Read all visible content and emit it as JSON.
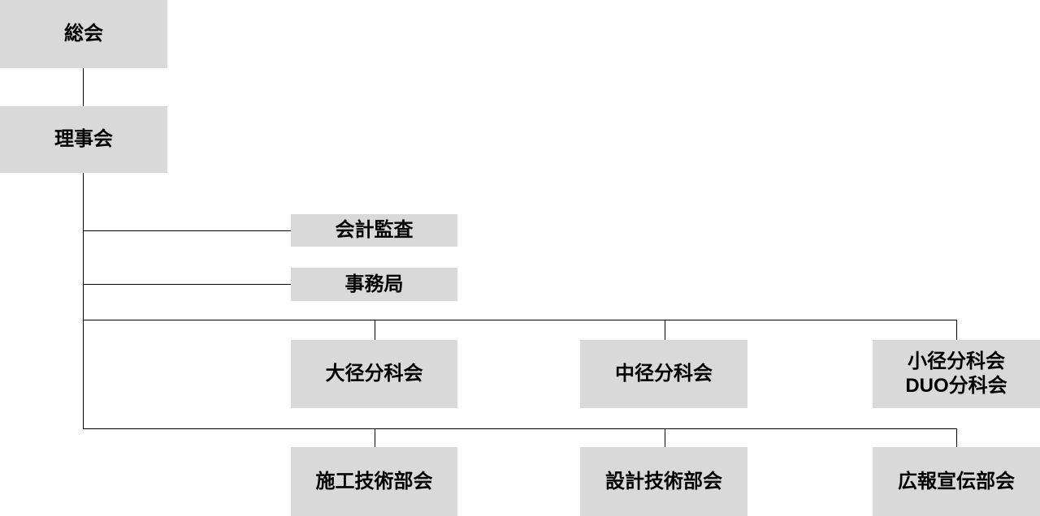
{
  "colors": {
    "box_background": "#d9d9d9",
    "connector_line": "#000000",
    "text": "#000000"
  },
  "org_chart": {
    "general_assembly": {
      "label": "総会"
    },
    "board": {
      "label": "理事会"
    },
    "audit": {
      "label": "会計監査"
    },
    "secretariat": {
      "label": "事務局"
    },
    "subcommittees": [
      {
        "label": "大径分科会"
      },
      {
        "label": "中径分科会"
      },
      {
        "line1": "小径分科会",
        "line2": "DUO分科会"
      }
    ],
    "committees": [
      {
        "label": "施工技術部会"
      },
      {
        "label": "設計技術部会"
      },
      {
        "label": "広報宣伝部会"
      }
    ]
  }
}
